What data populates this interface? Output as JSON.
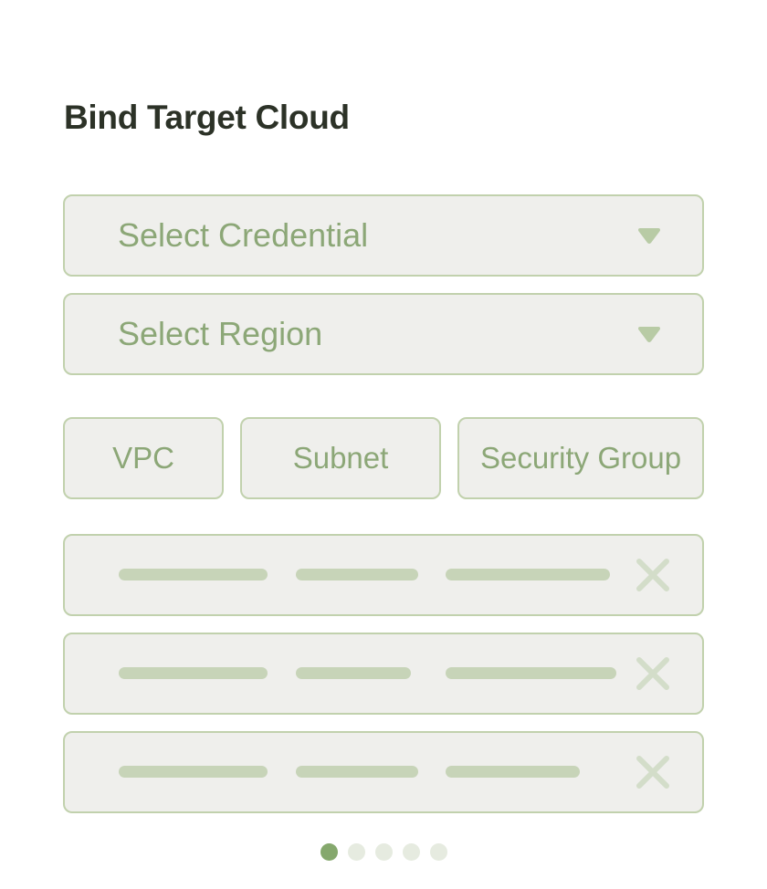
{
  "title": "Bind Target Cloud",
  "dropdowns": {
    "credential": {
      "label": "Select Credential",
      "icon": "caret-down-icon"
    },
    "region": {
      "label": "Select Region",
      "icon": "caret-down-icon"
    }
  },
  "chips": [
    "VPC",
    "Subnet",
    "Security Group"
  ],
  "rows": [
    {
      "remove_icon": "close-icon"
    },
    {
      "remove_icon": "close-icon"
    },
    {
      "remove_icon": "close-icon"
    }
  ],
  "pagination": {
    "total_pages": 5,
    "current_page": 1
  },
  "colors": {
    "title": "#2c3227",
    "text_accent": "#8ca777",
    "border": "#c1d1ad",
    "field_bg": "#efefec",
    "placeholder_bar": "#c7d4b8",
    "icon": "#b8cba5",
    "dot_active": "#85a86d",
    "dot_inactive": "#e6ebe0"
  }
}
